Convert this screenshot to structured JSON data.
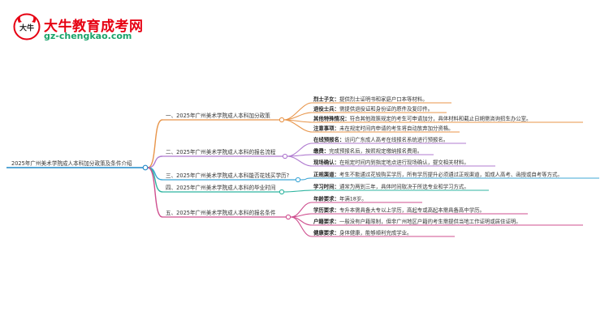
{
  "brand": {
    "name": "大牛教育成考网",
    "domain": "gz-chengkao.com",
    "logo_glyph": "大牛",
    "colors": {
      "name": "#e60012",
      "domain": "#1aa36a"
    }
  },
  "root": {
    "label": "2025年广州美术学院成人本科加分政策及条件介绍",
    "color": "#1e88c8"
  },
  "sections": [
    {
      "label": "一、2025年广州美术学院成人本科加分政策",
      "color": "#e8954a",
      "items": [
        {
          "key": "烈士子女：",
          "text": "提供烈士证明书和家庭户口本等材料。"
        },
        {
          "key": "退役士兵：",
          "text": "需提供退役证和身份证的原件及复印件。"
        },
        {
          "key": "其他特殊情况：",
          "text": "符合其他政策规定的考生可申请加分，具体材料和截止日期需咨询招生办公室。"
        },
        {
          "key": "注意事项：",
          "text": "未在规定时间内申请的考生将自动放弃加分资格。"
        }
      ]
    },
    {
      "label": "二、2025年广州美术学院成人本科的报名流程",
      "color": "#b07bd0",
      "items": [
        {
          "key": "在线预报名：",
          "text": "访问广东成人高考在线报名系统进行预报名。"
        },
        {
          "key": "缴费：",
          "text": "完成预报名后，按照规定缴纳报名费用。"
        },
        {
          "key": "现场确认：",
          "text": "在规定时间内到指定地点进行现场确认，提交相关材料。"
        }
      ]
    },
    {
      "label": "三、2025年广州美术学院成人本科能否花钱买学历?",
      "color": "#3fa7d6",
      "items": [
        {
          "key": "正规渠道：",
          "text": "考生不能通过花钱购买学历，所有学历提升必须通过正规渠道，如成人高考、函授或自考等方式。"
        }
      ]
    },
    {
      "label": "四、2025年广州美术学院成人本科的毕业时间",
      "color": "#2fb5a0",
      "items": [
        {
          "key": "学习时间：",
          "text": "通常为两到三年，具体时间取决于所选专业和学习方式。"
        }
      ]
    },
    {
      "label": "五、2025年广州美术学院成人本科的报名条件",
      "color": "#cf4f8f",
      "items": [
        {
          "key": "年龄要求：",
          "text": "年满18岁。"
        },
        {
          "key": "学历要求：",
          "text": "专升本需具备大专以上学历，高起专或高起本需具备高中学历。"
        },
        {
          "key": "户籍要求：",
          "text": "一般没有户籍限制，但非广州地区户籍的考生需提供当地工作证明或居住证明。"
        },
        {
          "key": "健康要求：",
          "text": "身体健康，能够顺利完成学业。"
        }
      ]
    }
  ]
}
